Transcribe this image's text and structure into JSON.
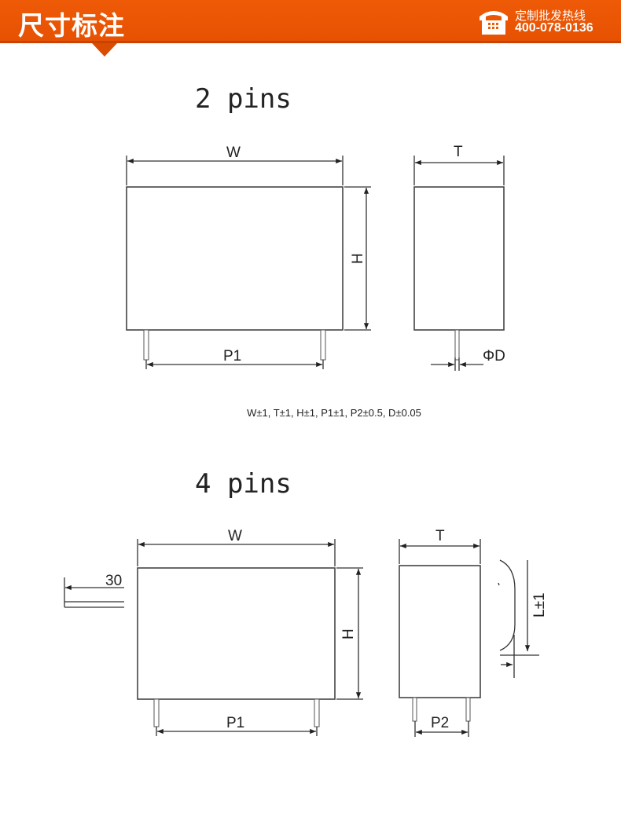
{
  "header": {
    "title": "尺寸标注",
    "hotline_label": "定制批发热线",
    "hotline_number": "400-078-0136",
    "brand_color": "#ee5a06"
  },
  "two_pins": {
    "title": "2 pins",
    "w_label": "W",
    "h_label": "H",
    "p1_label": "P1",
    "t_label": "T",
    "d_label": "ΦD"
  },
  "tolerances": "W±1, T±1, H±1, P1±1, P2±0.5, D±0.05",
  "four_pins": {
    "title": "4 pins",
    "w_label": "W",
    "h_label": "H",
    "p1_label": "P1",
    "t_label": "T",
    "p2_label": "P2",
    "lead_length_label": "30",
    "l_label": "L±1"
  }
}
